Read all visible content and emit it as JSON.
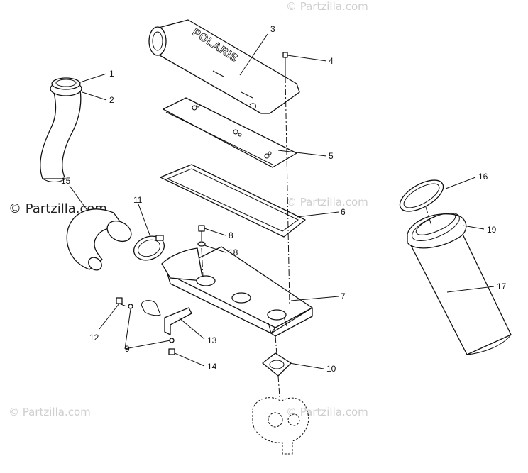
{
  "watermark": {
    "main": "© Partzilla.com",
    "faint": "© Partzilla.com"
  },
  "emboss_text": "POLARIS",
  "callouts": {
    "c1": "1",
    "c2": "2",
    "c3": "3",
    "c4": "4",
    "c5": "5",
    "c6": "6",
    "c7": "7",
    "c8": "8",
    "c9": "9",
    "c10": "10",
    "c11": "11",
    "c12": "12",
    "c13": "13",
    "c14": "14",
    "c15": "15",
    "c16": "16",
    "c17": "17",
    "c18": "18",
    "c19": "19"
  },
  "colors": {
    "line": "#111111",
    "watermark_faint": "#cfcfcf",
    "background": "#ffffff"
  }
}
